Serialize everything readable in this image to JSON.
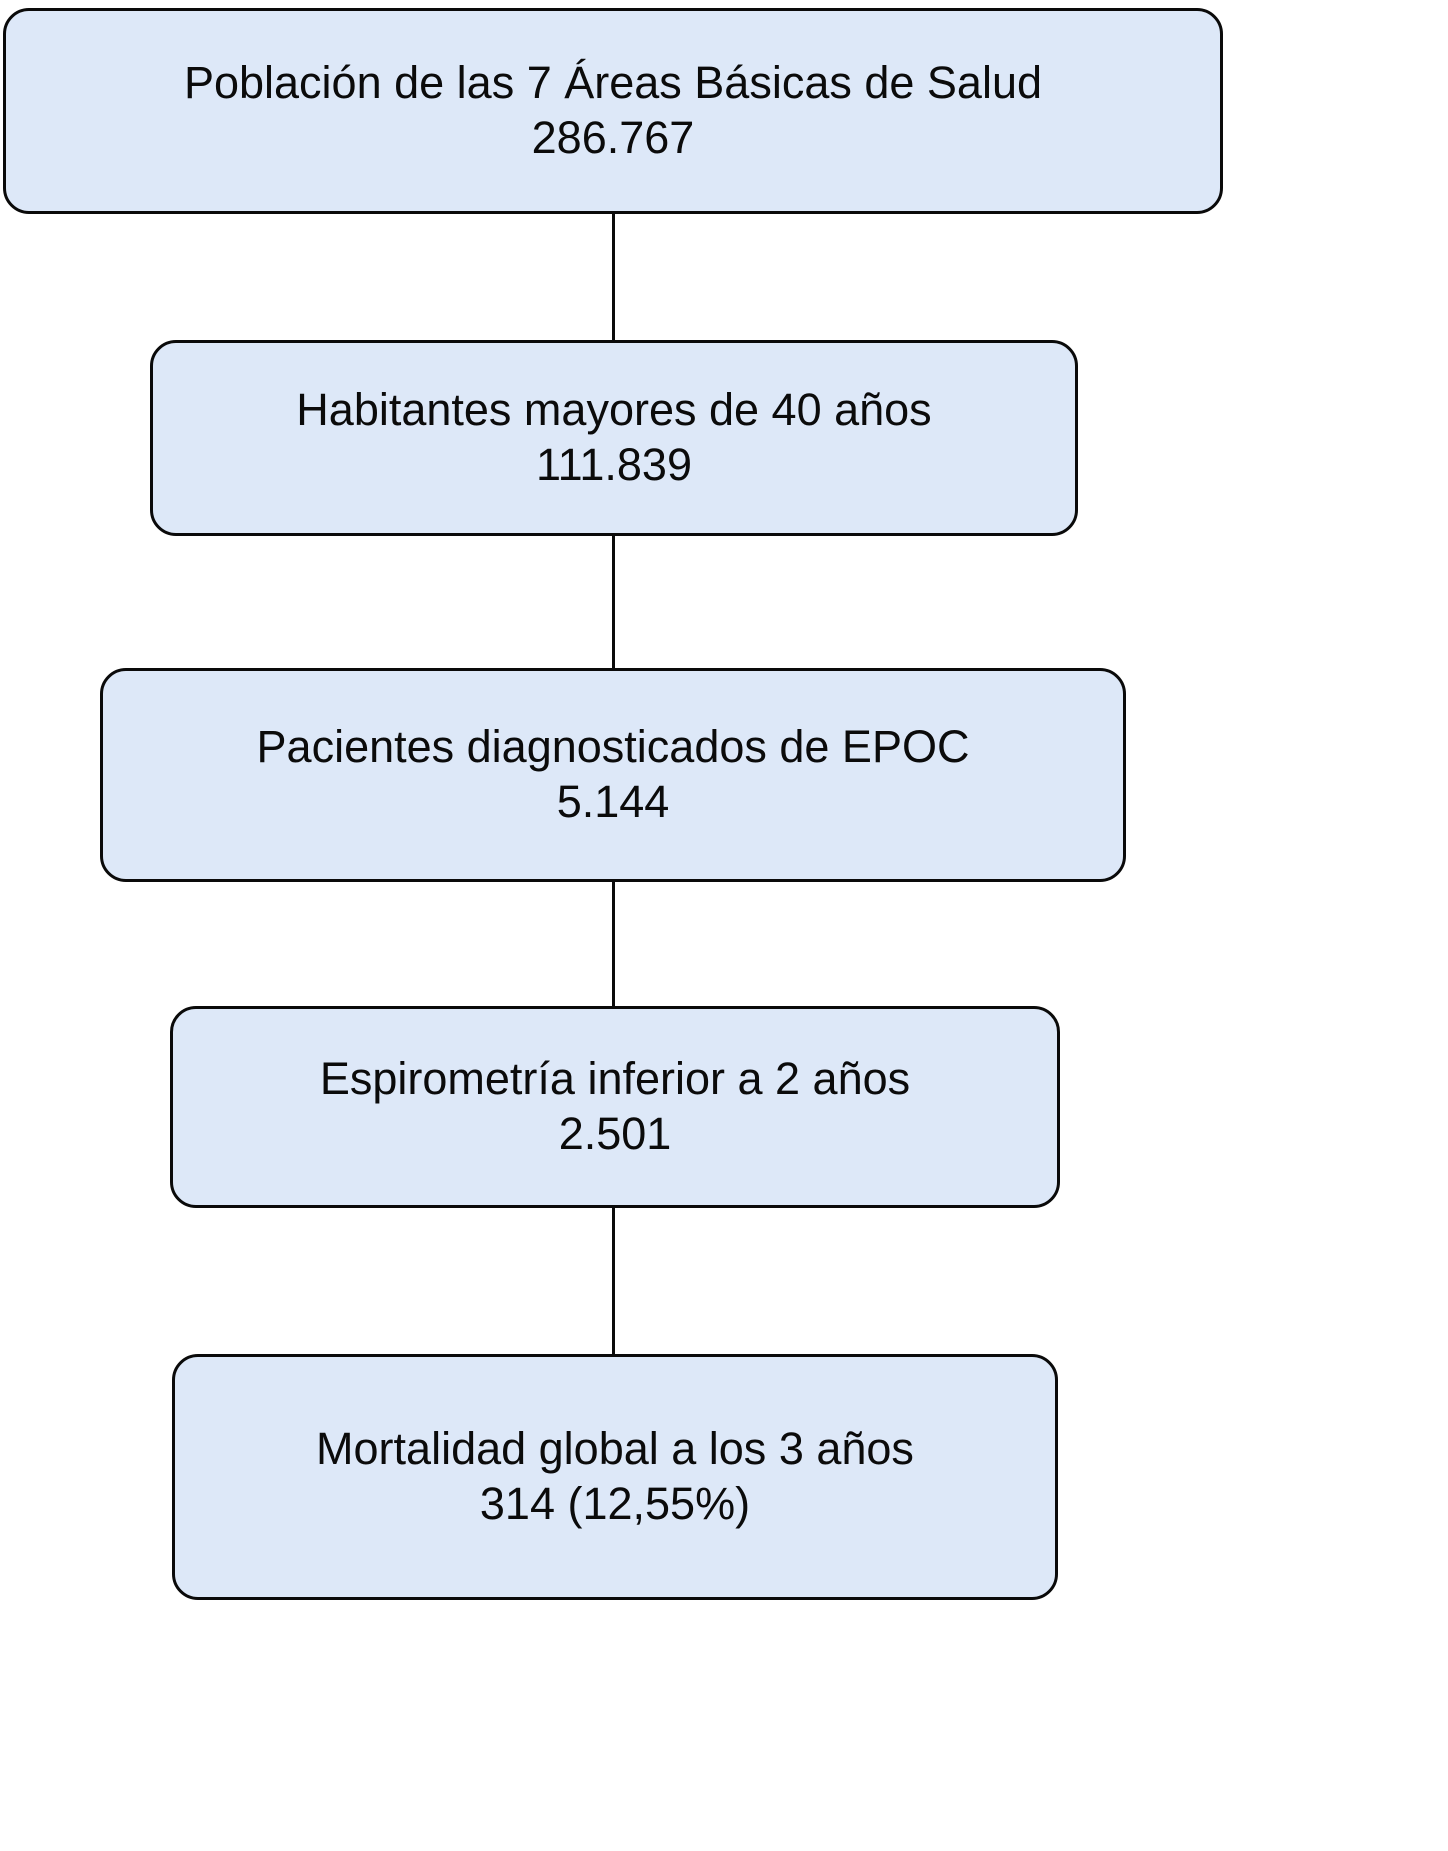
{
  "diagram": {
    "type": "flowchart",
    "orientation": "vertical",
    "language": "es",
    "colors": {
      "node_fill": "#dde8f8",
      "node_border": "#0a0a0a",
      "connector": "#0a0a0a",
      "background": "#ffffff",
      "text": "#0b0b0b"
    },
    "nodes": [
      {
        "id": "poblacion",
        "label": "Población de las 7 Áreas Básicas de Salud",
        "value": "286.767"
      },
      {
        "id": "habitantes",
        "label": "Habitantes mayores de 40 años",
        "value": "111.839"
      },
      {
        "id": "epoc",
        "label": "Pacientes diagnosticados de EPOC",
        "value": "5.144"
      },
      {
        "id": "espirometria",
        "label": "Espirometría inferior a 2 años",
        "value": "2.501"
      },
      {
        "id": "mortalidad",
        "label": "Mortalidad global a los 3 años",
        "value": "314 (12,55%)"
      }
    ],
    "edges": [
      {
        "from": "poblacion",
        "to": "habitantes"
      },
      {
        "from": "habitantes",
        "to": "epoc"
      },
      {
        "from": "epoc",
        "to": "espirometria"
      },
      {
        "from": "espirometria",
        "to": "mortalidad"
      }
    ]
  }
}
